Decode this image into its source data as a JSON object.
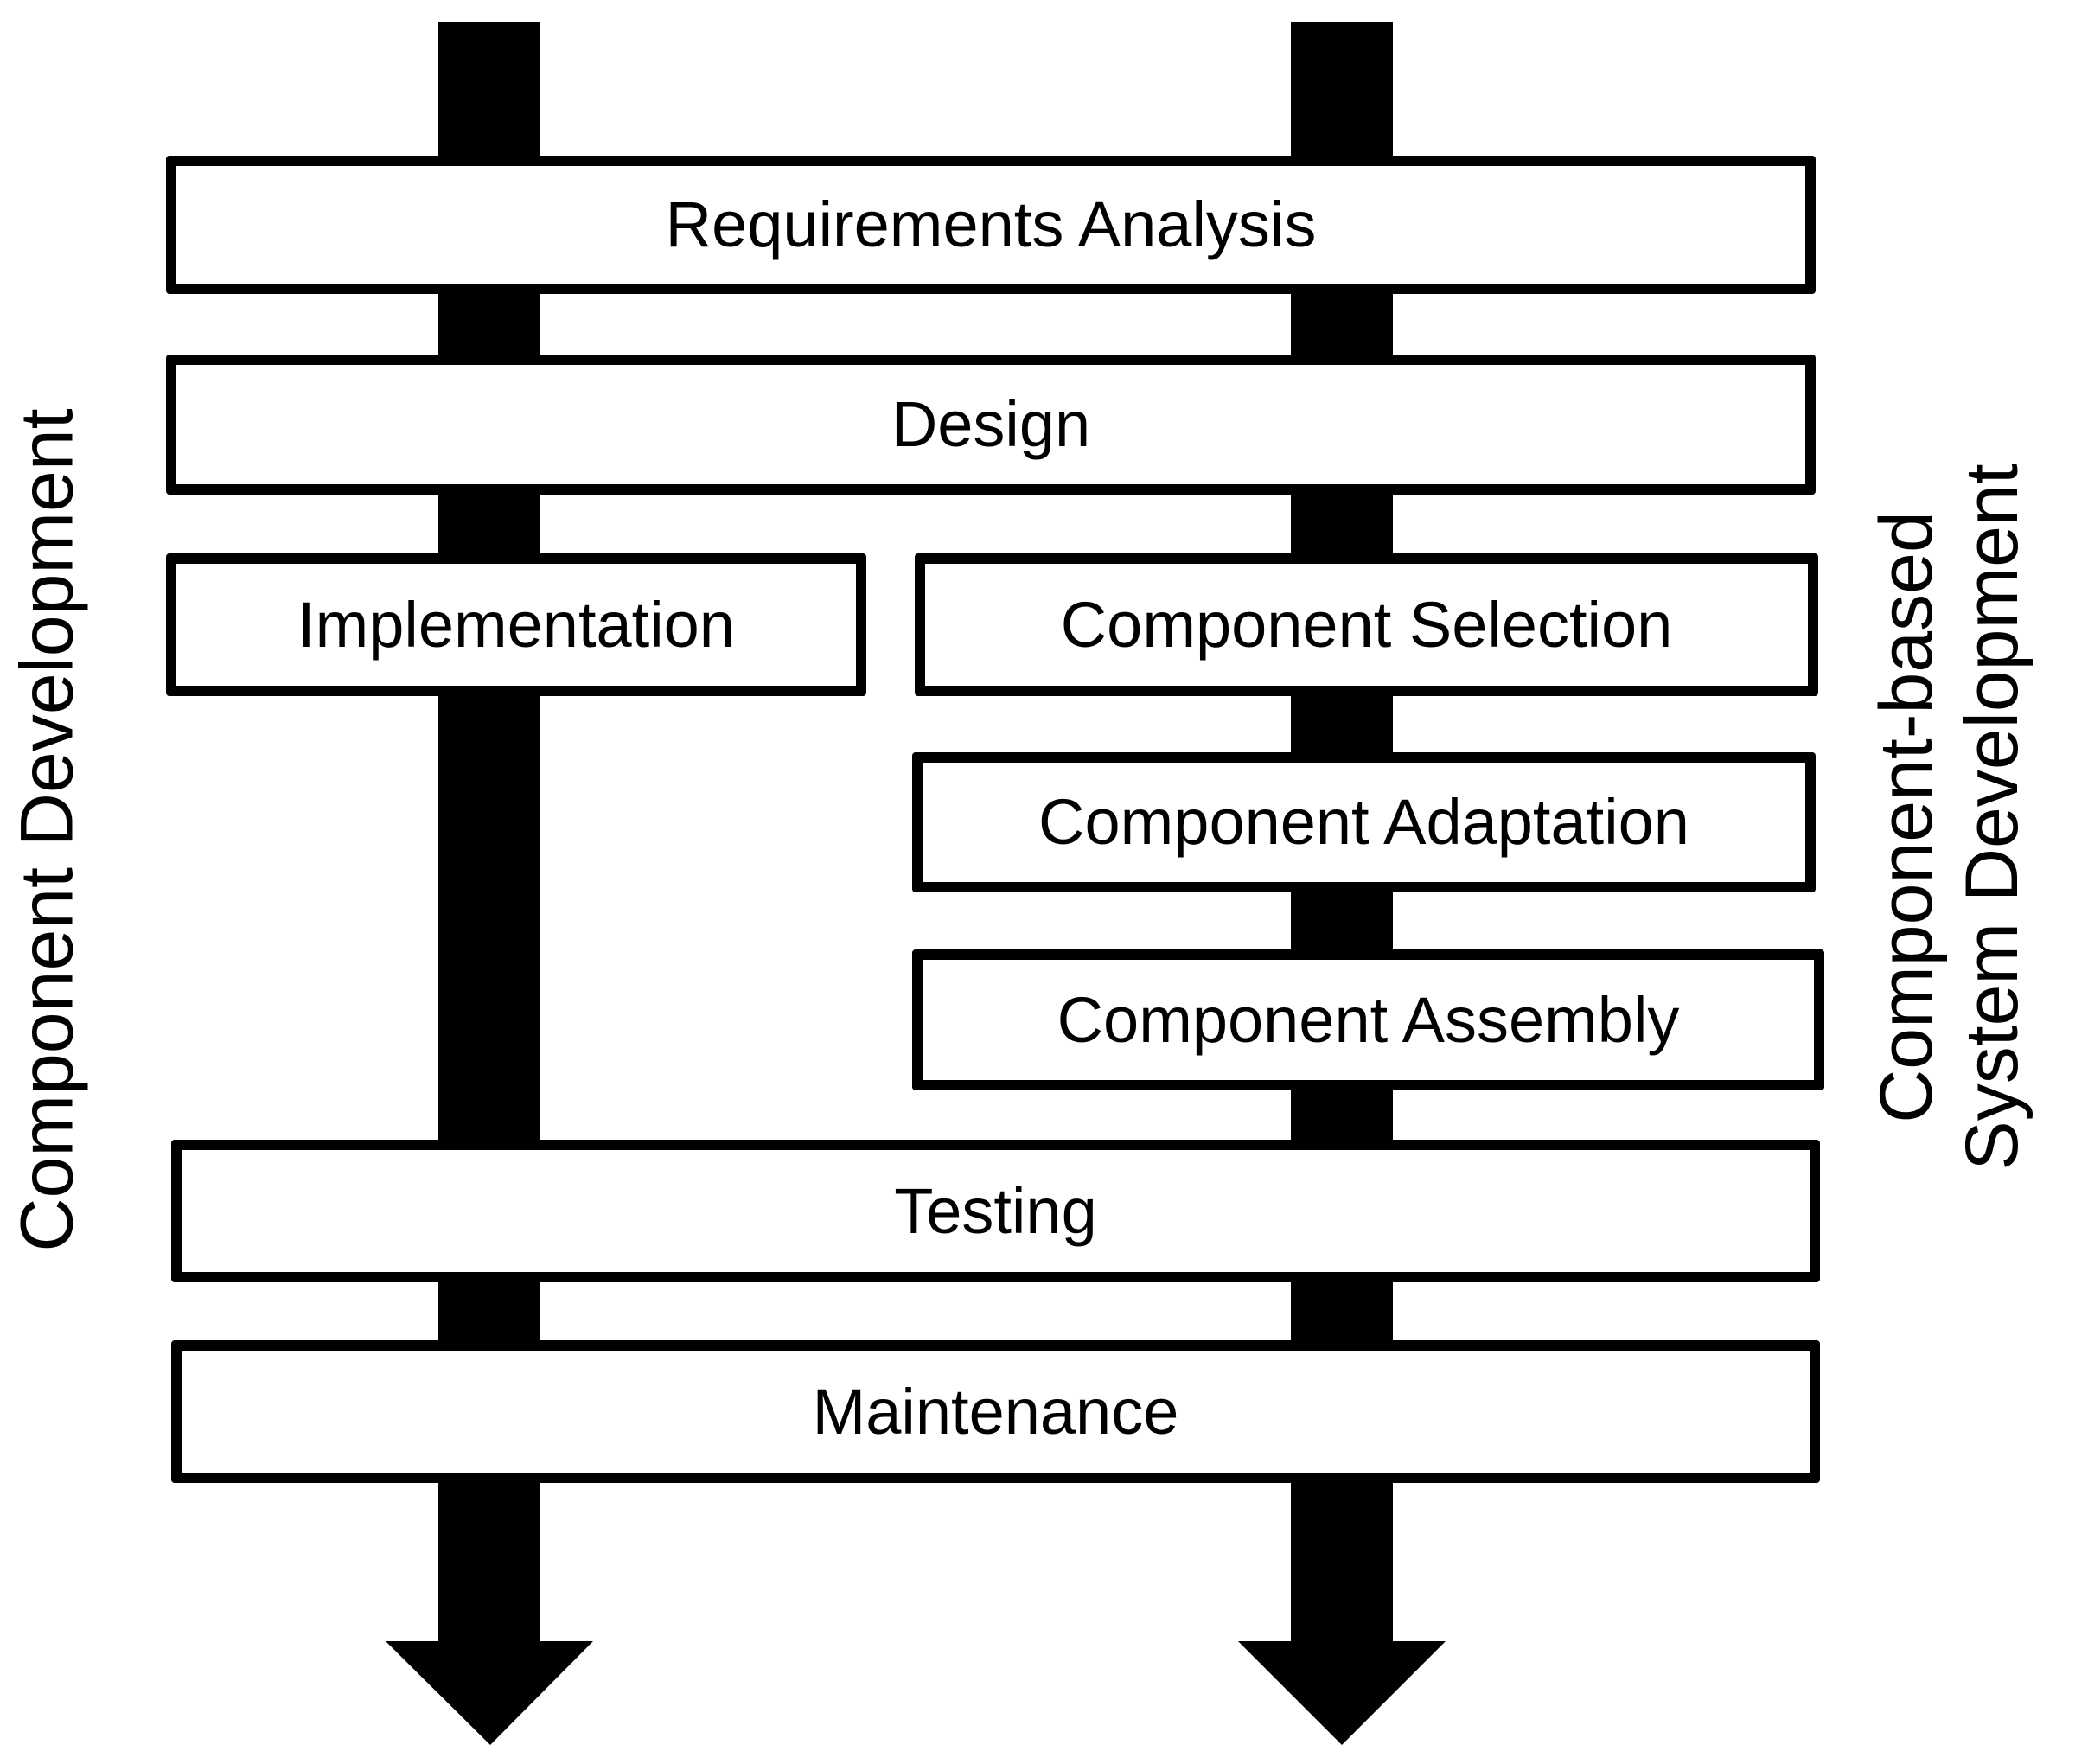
{
  "phases": {
    "requirements_analysis": "Requirements Analysis",
    "design": "Design",
    "implementation": "Implementation",
    "component_selection": "Component Selection",
    "component_adaptation": "Component Adaptation",
    "component_assembly": "Component Assembly",
    "testing": "Testing",
    "maintenance": "Maintenance"
  },
  "tracks": {
    "left": "Component Development",
    "right_line1": "Component-based",
    "right_line2": "System Development"
  },
  "colors": {
    "stroke": "#000000",
    "background": "#ffffff"
  }
}
